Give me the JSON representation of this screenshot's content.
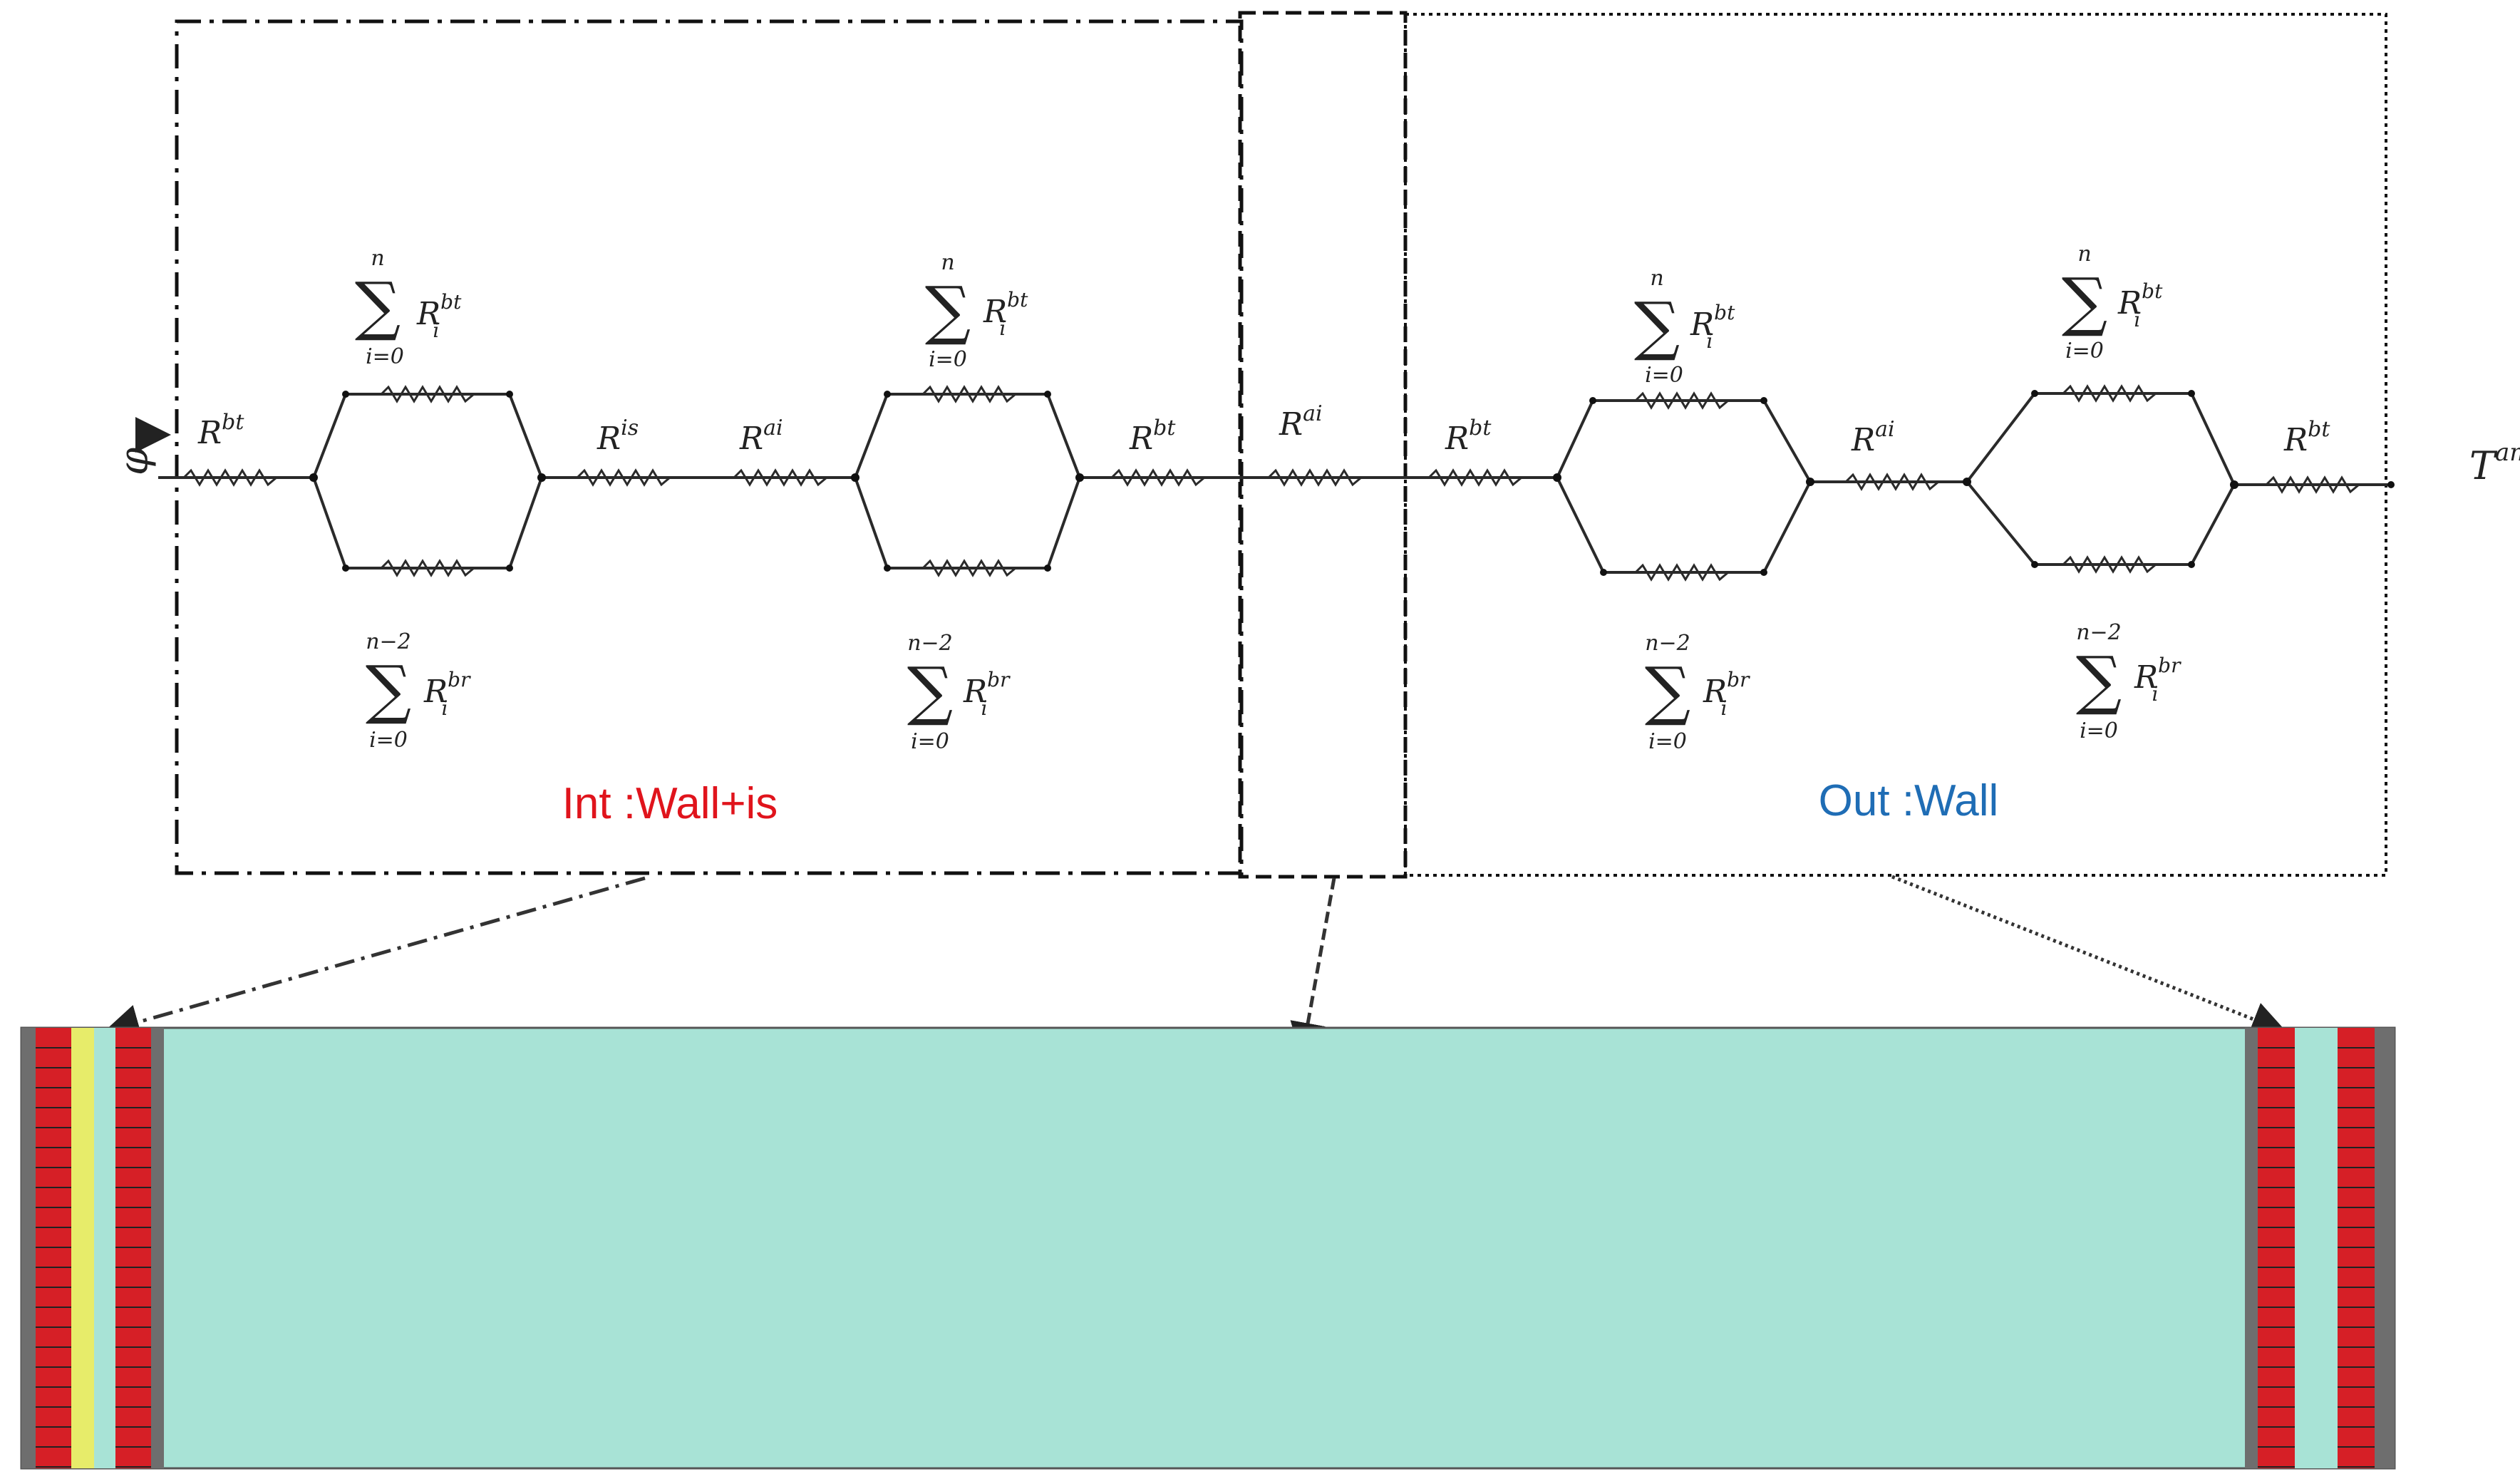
{
  "diagram": {
    "groups": {
      "internal_label": "Int :Wall+is",
      "outer_label": "Out :Wall"
    },
    "colors": {
      "internal_label": "#e0141c",
      "outer_label": "#1f6db5",
      "air_gap": "#a8e3d6",
      "brick": "#d61f26",
      "insulation": "#e7ec6a",
      "wall_edge": "#6e6e6e"
    },
    "inputs": {
      "heat_flux_symbol": "φ",
      "ambient_symbol": "T",
      "ambient_sup": "amb"
    },
    "resistors": {
      "R_symbol": "R",
      "bt": "bt",
      "is": "is",
      "ai": "ai"
    },
    "sums": {
      "sigma": "∑",
      "upper_limit_top": "n",
      "upper_limit_bottom": "n−2",
      "lower_limit": "i=0",
      "top_term_sup": "bt",
      "bottom_term_sup": "br",
      "term_sub": "i"
    }
  }
}
